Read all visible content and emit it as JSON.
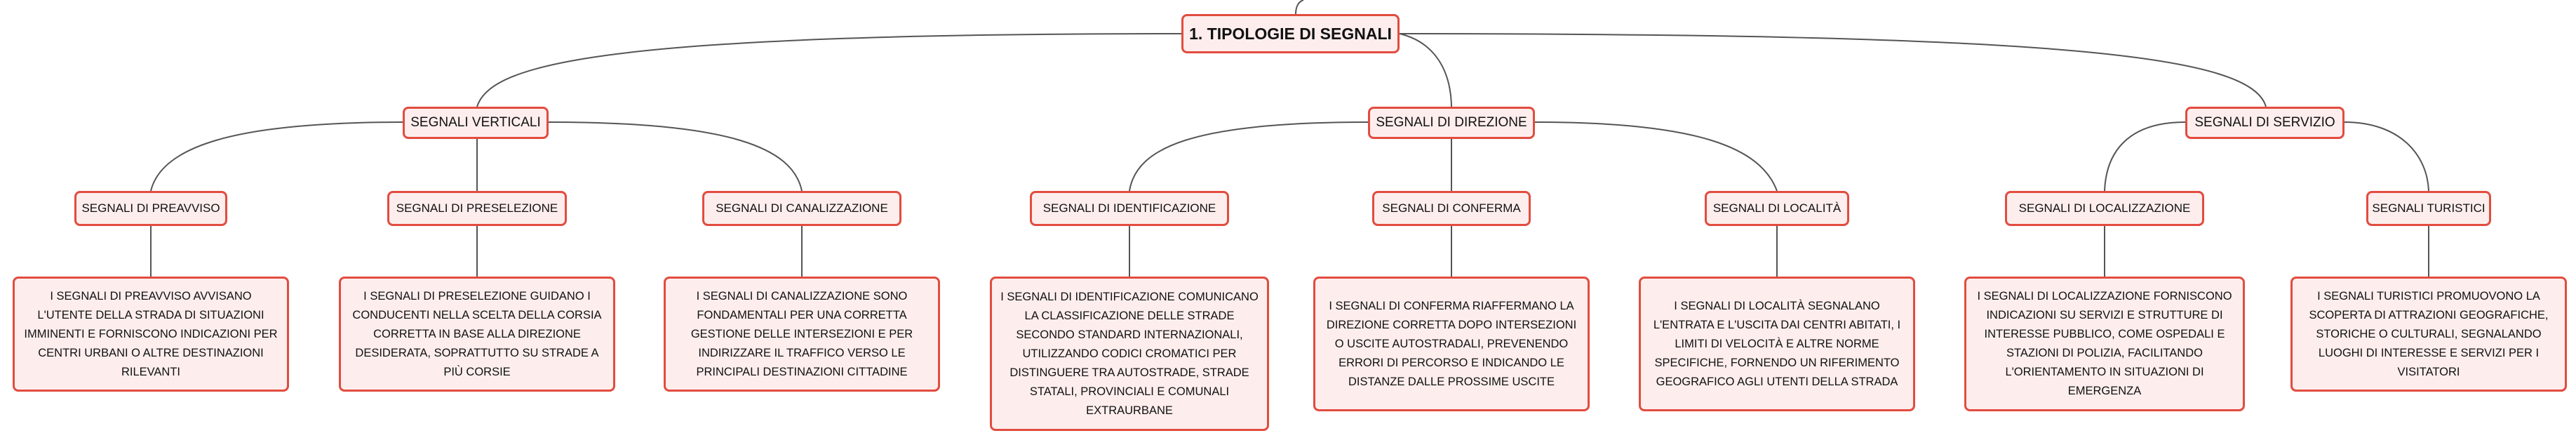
{
  "colors": {
    "node_border": "#e24c3f",
    "node_fill": "#fdeeed",
    "connector": "#555555"
  },
  "root": {
    "label": "1. TIPOLOGIE DI SEGNALI"
  },
  "branches": [
    {
      "label": "SEGNALI VERTICALI",
      "children": [
        {
          "label": "SEGNALI DI PREAVVISO",
          "description": "I SEGNALI DI PREAVVISO AVVISANO L'UTENTE DELLA STRADA DI SITUAZIONI IMMINENTI E FORNISCONO INDICAZIONI PER CENTRI URBANI O ALTRE DESTINAZIONI RILEVANTI"
        },
        {
          "label": "SEGNALI DI PRESELEZIONE",
          "description": "I SEGNALI DI PRESELEZIONE GUIDANO I CONDUCENTI NELLA SCELTA DELLA CORSIA CORRETTA IN BASE ALLA DIREZIONE DESIDERATA, SOPRATTUTTO SU STRADE A PIÙ CORSIE"
        },
        {
          "label": "SEGNALI DI CANALIZZAZIONE",
          "description": "I SEGNALI DI CANALIZZAZIONE SONO FONDAMENTALI PER UNA CORRETTA GESTIONE DELLE INTERSEZIONI E PER INDIRIZZARE IL TRAFFICO VERSO LE PRINCIPALI DESTINAZIONI CITTADINE"
        }
      ]
    },
    {
      "label": "SEGNALI DI DIREZIONE",
      "children": [
        {
          "label": "SEGNALI DI IDENTIFICAZIONE",
          "description": "I SEGNALI DI IDENTIFICAZIONE COMUNICANO LA CLASSIFICAZIONE DELLE STRADE SECONDO STANDARD INTERNAZIONALI, UTILIZZANDO CODICI CROMATICI PER DISTINGUERE TRA AUTOSTRADE, STRADE STATALI, PROVINCIALI E COMUNALI EXTRAURBANE"
        },
        {
          "label": "SEGNALI DI CONFERMA",
          "description": "I SEGNALI DI CONFERMA RIAFFERMANO LA DIREZIONE CORRETTA DOPO INTERSEZIONI O USCITE AUTOSTRADALI, PREVENENDO ERRORI DI PERCORSO E INDICANDO LE DISTANZE DALLE PROSSIME USCITE"
        },
        {
          "label": "SEGNALI DI LOCALITÀ",
          "description": "I SEGNALI DI LOCALITÀ SEGNALANO L'ENTRATA E L'USCITA DAI CENTRI ABITATI, I LIMITI DI VELOCITÀ E ALTRE NORME SPECIFICHE, FORNENDO UN RIFERIMENTO GEOGRAFICO AGLI UTENTI DELLA STRADA"
        }
      ]
    },
    {
      "label": "SEGNALI DI SERVIZIO",
      "children": [
        {
          "label": "SEGNALI DI LOCALIZZAZIONE",
          "description": "I SEGNALI DI LOCALIZZAZIONE FORNISCONO INDICAZIONI SU SERVIZI E STRUTTURE DI INTERESSE PUBBLICO, COME OSPEDALI E STAZIONI DI POLIZIA, FACILITANDO L'ORIENTAMENTO IN SITUAZIONI DI EMERGENZA"
        },
        {
          "label": "SEGNALI TURISTICI",
          "description": "I SEGNALI TURISTICI PROMUOVONO LA SCOPERTA DI ATTRAZIONI GEOGRAFICHE, STORICHE O CULTURALI, SEGNALANDO LUOGHI DI INTERESSE E SERVIZI PER I VISITATORI"
        }
      ]
    }
  ]
}
